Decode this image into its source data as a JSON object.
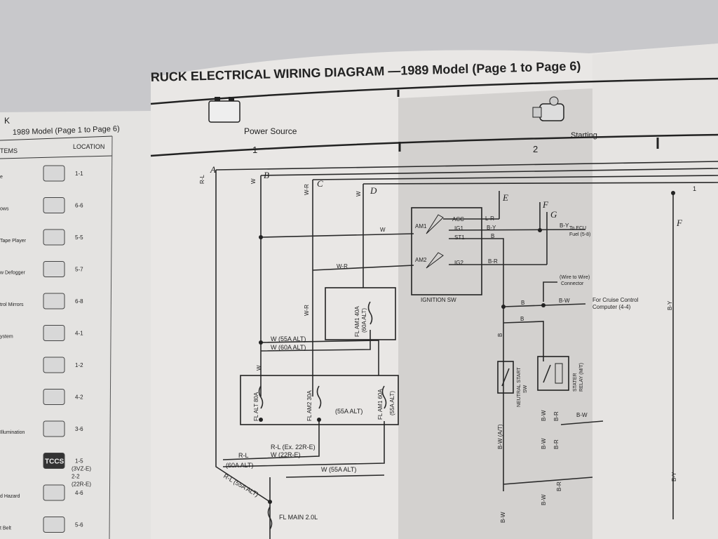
{
  "left_page": {
    "header": "1989 Model (Page 1 to Page 6)",
    "corner_mark": "K",
    "col_items": "TEMS",
    "col_location": "LOCATION",
    "items": [
      {
        "label": "e",
        "icon": "battery-icon",
        "location": "1-1"
      },
      {
        "label": "ows",
        "icon": "power-window-icon",
        "location": "6-6"
      },
      {
        "label": "Tape Player",
        "icon": "tape-player-icon",
        "location": "5-5"
      },
      {
        "label": "w Defogger",
        "icon": "defogger-icon",
        "location": "5-7"
      },
      {
        "label": "trol Mirrors",
        "icon": "mirror-icon",
        "location": "6-8"
      },
      {
        "label": "ystem",
        "icon": "shift-lever-icon",
        "location": "4-1"
      },
      {
        "label": "",
        "icon": "starter-icon",
        "location": "1-2"
      },
      {
        "label": "",
        "icon": "switch-icon",
        "location": "4-2"
      },
      {
        "label": "Illumination",
        "icon": "illumination-icon",
        "location": "3-6"
      },
      {
        "label": "",
        "icon": "tccs-badge",
        "badge": "TCCS",
        "location": "1-5",
        "location_lines": [
          "(3VZ-E)",
          "2-2",
          "(22R-E)"
        ]
      },
      {
        "label": "d Hazard",
        "icon": "hazard-icon",
        "location": "4-6"
      },
      {
        "label": "t Belt",
        "icon": "seat-belt-icon",
        "location": "5-6"
      }
    ]
  },
  "diagram": {
    "title": "RUCK ELECTRICAL WIRING DIAGRAM —1989 Model (Page 1 to Page 6)",
    "sections": [
      {
        "number": "1",
        "label": "Power Source",
        "icon": "battery-icon"
      },
      {
        "number": "2",
        "label": "Starting",
        "icon": "starter-motor-icon"
      }
    ],
    "bus_letters": [
      "A",
      "B",
      "C",
      "D",
      "E",
      "F",
      "G",
      "F"
    ],
    "wire_labels": {
      "rl": "R-L",
      "w": "W",
      "wr": "W-R",
      "lr": "L-R",
      "by": "B-Y",
      "b": "B",
      "br": "B-R",
      "bw": "B-W",
      "w55": "W (55A ALT)",
      "w60": "W (60A ALT)",
      "alt55": "(55A ALT)",
      "rl_ex": "R-L (Ex. 22R-E)",
      "w22": "W (22R-E)",
      "rl60a": "R-L",
      "alt60": "(60A ALT)",
      "rl55": "R-L (55A ALT)",
      "w55b": "W (55A ALT)",
      "bwat": "B-W (A/T)"
    },
    "ignition_switch": {
      "name": "IGNITION SW",
      "terminals": [
        "AM1",
        "ACC",
        "IG1",
        "ST1",
        "AM2",
        "IG2"
      ]
    },
    "fuses": {
      "am1_40": "FL AM1 40A",
      "am1_40_alt": "(60A ALT)",
      "alt80": "FL ALT 80A",
      "am2_30": "FL AM2 30A",
      "am1_60": "FL AM1 60A",
      "am1_60_alt": "(55A ALT)",
      "main": "FL MAIN 2.0L"
    },
    "to_ecu": [
      "To ECU",
      "Fuel (5-8)"
    ],
    "wire_connector": [
      "(Wire to Wire)",
      "Connector"
    ],
    "cruise": [
      "For Cruise Control",
      "Computer (4-4)"
    ],
    "neutral_start": [
      "NEUTRAL START",
      "SW"
    ],
    "starter_relay": [
      "STATER",
      "RELAY (M/T)"
    ],
    "arrow_num": "1"
  },
  "colors": {
    "background": "#c8c8cb",
    "paper": "#e9e7e5",
    "paper_shade": "#d3d1cf",
    "ink": "#222222"
  }
}
